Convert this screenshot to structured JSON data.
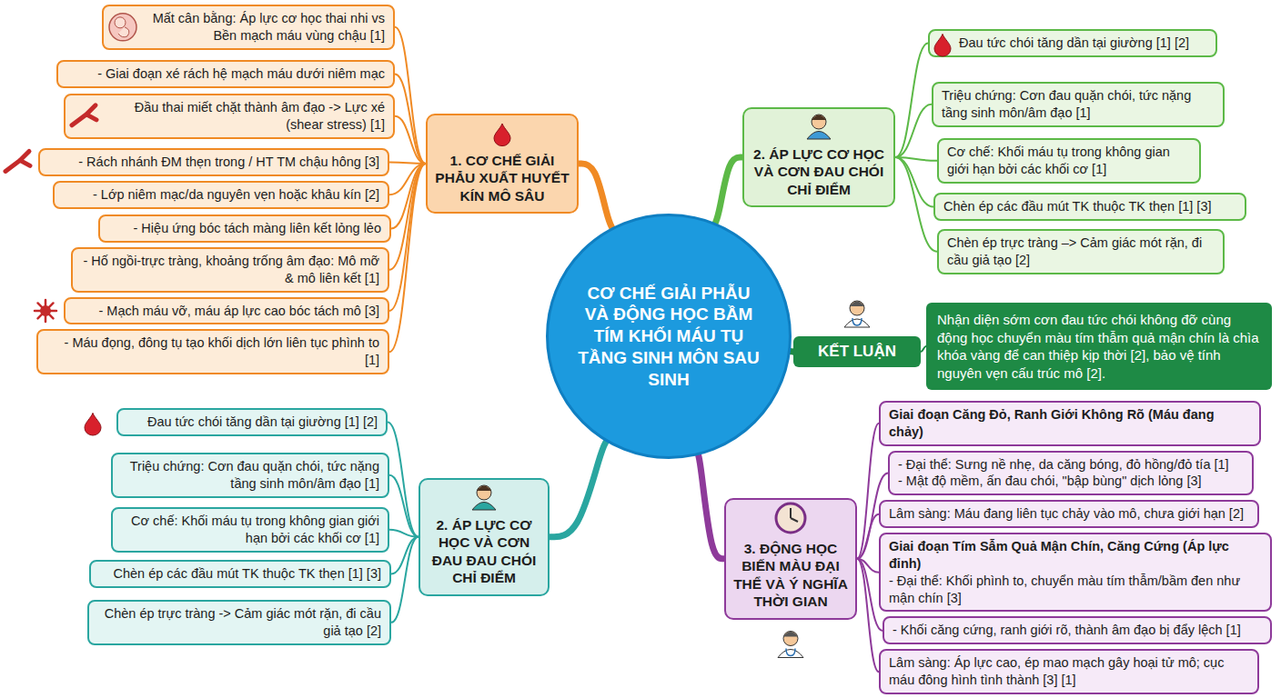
{
  "diagram": {
    "nodes": [
      {
        "text": [
          "CƠ CHẾ GIẢI PHẪU VÀ ĐỘNG HỌC BẦM TÍM KHỐI MÁU TỤ TẦNG SINH MÔN SAU SINH"
        ]
      },
      {
        "text": [
          "1. CƠ CHẾ GIẢI PHẪU XUẤT HUYẾT KÍN MÔ SÂU"
        ]
      },
      {
        "text": [
          "Mất cân bằng: Áp lực cơ học thai nhi vs Bền mạch máu vùng chậu [1]"
        ]
      },
      {
        "text": [
          "- Giai đoạn xé rách hệ mạch máu dưới niêm mạc"
        ]
      },
      {
        "text": [
          "Đầu thai miết chặt thành âm đạo -> Lực xé (shear stress) [1]"
        ]
      },
      {
        "text": [
          "- Rách nhánh ĐM thẹn trong / HT TM chậu hông [3]"
        ]
      },
      {
        "text": [
          "- Lớp niêm mạc/da nguyên vẹn hoặc khâu kín [2]"
        ]
      },
      {
        "text": [
          "- Hiệu ứng bóc tách màng liên kết lỏng lẻo"
        ]
      },
      {
        "text": [
          "- Hố ngồi-trực tràng, khoảng trống âm đạo: Mô mỡ & mô liên kết [1]"
        ]
      },
      {
        "text": [
          "- Mạch máu vỡ, máu áp lực cao bóc tách mô [3]"
        ]
      },
      {
        "text": [
          "- Máu đọng, đông tụ tạo khối dịch lớn liên tục phình to [1]"
        ]
      },
      {
        "text": [
          "2. ÁP LỰC CƠ HỌC VÀ CƠN ĐAU CHÓI CHỈ ĐIỂM"
        ]
      },
      {
        "text": [
          "Đau tức chói tăng dần tại giường [1] [2]"
        ]
      },
      {
        "text": [
          "Triệu chứng: Cơn đau quặn chói, tức nặng tầng sinh môn/âm đạo [1]"
        ]
      },
      {
        "text": [
          "Cơ chế: Khối máu tụ trong không gian giới hạn bởi các khối cơ [1]"
        ]
      },
      {
        "text": [
          "Chèn ép các đầu mút TK thuộc TK thẹn [1] [3]"
        ]
      },
      {
        "text": [
          "Chèn ép trực tràng –> Cảm giác mót rặn, đi cầu giả tạo [2]"
        ]
      },
      {
        "text": [
          "KẾT LUẬN"
        ]
      },
      {
        "text": [
          "Nhận diện sớm cơn đau tức chói không đỡ cùng động học chuyển màu tím thẫm quả mận chín là chìa khóa vàng để can thiệp kịp thời [2], bảo vệ tính nguyên vẹn cấu trúc mô [2]."
        ]
      },
      {
        "text": [
          "3. ĐỘNG HỌC BIẾN MÀU ĐẠI THỂ VÀ Ý NGHĨA THỜI GIAN"
        ]
      },
      {
        "text": [
          "Giai đoạn Căng Đỏ, Ranh Giới Không Rõ (Máu đang chảy)"
        ]
      },
      {
        "text": [
          "- Đại thể: Sưng nề nhẹ, da căng bóng, đỏ hồng/đỏ tía [1]",
          "- Mật độ mềm, ấn đau chói, \"bập bùng\" dịch lỏng [3]"
        ]
      },
      {
        "text": [
          "Lâm sàng: Máu đang liên tục chảy vào mô, chưa giới hạn [2]"
        ]
      },
      {
        "text": [
          "Giai đoạn Tím Sẫm Quả Mận Chín, Căng Cứng (Áp lực đỉnh)",
          "- Đại thể: Khối phình to, chuyển màu tím thẫm/bầm đen như mận chín [3]"
        ]
      },
      {
        "text": [
          "- Khối căng cứng, ranh giới rõ, thành âm đạo bị đẩy lệch [1]"
        ]
      },
      {
        "text": [
          "Lâm sàng: Áp lực cao, ép mao mạch gây hoại tử mô; cục máu đông hình tình thành [3] [1]"
        ]
      },
      {
        "text": [
          "2. ÁP LỰC CƠ HỌC VÀ CƠN ĐAU ĐAU CHÓI CHỈ ĐIỂM"
        ]
      },
      {
        "text": [
          "Đau tức chói tăng dần tại giường [1] [2]"
        ]
      },
      {
        "text": [
          "Triệu chứng: Cơn đau quặn chói, tức nặng tầng sinh môn/âm đạo [1]"
        ]
      },
      {
        "text": [
          "Cơ chế: Khối máu tụ trong không gian giới hạn bởi các khối cơ [1]"
        ]
      },
      {
        "text": [
          "Chèn ép các đầu mút TK thuộc TK thẹn [1] [3]"
        ]
      },
      {
        "text": [
          "Chèn ép trực tràng -> Cảm giác mót rặn, đi cầu giả tạo [2]"
        ]
      }
    ],
    "edges": [
      {
        "from": 0,
        "to": 1,
        "arrow": "none"
      },
      {
        "from": 1,
        "to": 2,
        "arrow": "none"
      },
      {
        "from": 1,
        "to": 3,
        "arrow": "none"
      },
      {
        "from": 1,
        "to": 4,
        "arrow": "none"
      },
      {
        "from": 1,
        "to": 5,
        "arrow": "none"
      },
      {
        "from": 1,
        "to": 6,
        "arrow": "none"
      },
      {
        "from": 1,
        "to": 7,
        "arrow": "none"
      },
      {
        "from": 1,
        "to": 8,
        "arrow": "none"
      },
      {
        "from": 1,
        "to": 9,
        "arrow": "none"
      },
      {
        "from": 1,
        "to": 10,
        "arrow": "none"
      },
      {
        "from": 0,
        "to": 11,
        "arrow": "none"
      },
      {
        "from": 11,
        "to": 12,
        "arrow": "none"
      },
      {
        "from": 11,
        "to": 13,
        "arrow": "none"
      },
      {
        "from": 11,
        "to": 14,
        "arrow": "none"
      },
      {
        "from": 11,
        "to": 15,
        "arrow": "none"
      },
      {
        "from": 11,
        "to": 16,
        "arrow": "none"
      },
      {
        "from": 0,
        "to": 17,
        "arrow": "none"
      },
      {
        "from": 17,
        "to": 18,
        "arrow": "none"
      },
      {
        "from": 0,
        "to": 19,
        "arrow": "none"
      },
      {
        "from": 19,
        "to": 20,
        "arrow": "none"
      },
      {
        "from": 19,
        "to": 21,
        "arrow": "none"
      },
      {
        "from": 19,
        "to": 22,
        "arrow": "none"
      },
      {
        "from": 19,
        "to": 23,
        "arrow": "none"
      },
      {
        "from": 19,
        "to": 24,
        "arrow": "none"
      },
      {
        "from": 19,
        "to": 25,
        "arrow": "none"
      },
      {
        "from": 0,
        "to": 26,
        "arrow": "none"
      },
      {
        "from": 26,
        "to": 27,
        "arrow": "none"
      },
      {
        "from": 26,
        "to": 28,
        "arrow": "none"
      },
      {
        "from": 26,
        "to": 29,
        "arrow": "none"
      },
      {
        "from": 26,
        "to": 30,
        "arrow": "none"
      },
      {
        "from": 26,
        "to": 31,
        "arrow": "none"
      }
    ]
  }
}
